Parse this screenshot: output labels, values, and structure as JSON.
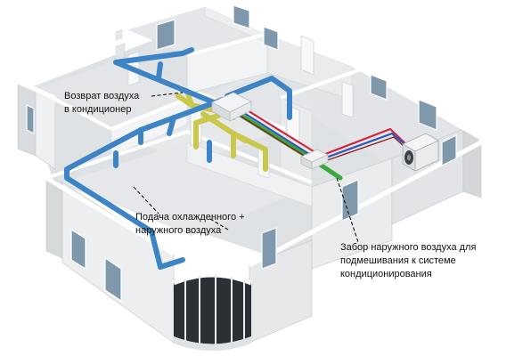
{
  "labels": {
    "return_air": [
      "Возврат воздуха",
      "в кондиционер"
    ],
    "supply_air": [
      "Подача охлажденного +",
      "наружного воздуха"
    ],
    "fresh_air_intake": [
      "Забор наружного воздуха для",
      "подмешивания к системе",
      "кондиционирования"
    ]
  },
  "colors": {
    "supply_duct": "#3d84c6",
    "return_duct": "#c9c84a",
    "fresh_air_duct": "#3aa83a",
    "refrigerant_hot": "#d2263a",
    "refrigerant_cold": "#2b58b8",
    "wall": "#f1f2f3",
    "floor": "#e4e6e8",
    "wall_top": "#ffffff",
    "window_glass": "#7f98ab",
    "door": "#f6f7f7",
    "leader_line": "#111111"
  },
  "icons": [
    "outdoor-condenser-unit",
    "indoor-air-handler-unit",
    "fresh-air-unit",
    "bay-window"
  ]
}
